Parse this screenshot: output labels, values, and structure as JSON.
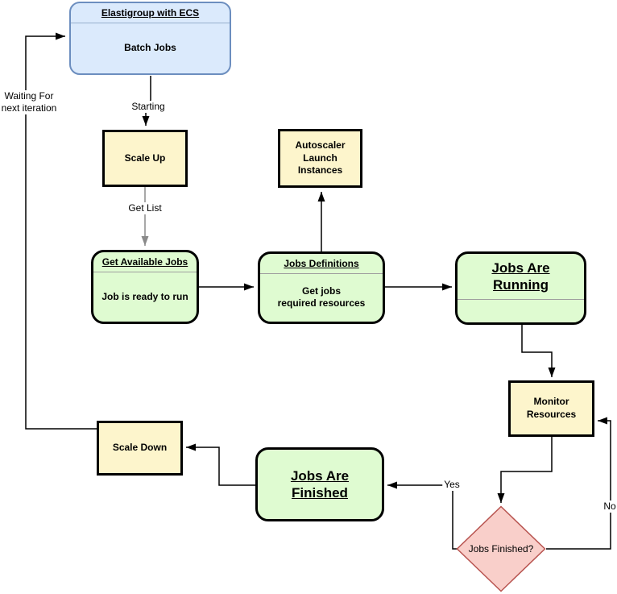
{
  "nodes": {
    "elastigroup": {
      "title": "Elastigroup with ECS",
      "body": "Batch Jobs"
    },
    "scale_up": {
      "label": "Scale Up"
    },
    "autoscaler": {
      "label": "Autoscaler\nLaunch\nInstances"
    },
    "get_available_jobs": {
      "title": "Get Available Jobs",
      "body": "Job is ready to run"
    },
    "jobs_definitions": {
      "title": "Jobs Definitions",
      "body": "Get jobs\nrequired resources"
    },
    "jobs_are_running": {
      "label": "Jobs Are\nRunning"
    },
    "monitor_resources": {
      "label": "Monitor\nResources"
    },
    "jobs_finished_decision": {
      "label": "Jobs Finished?"
    },
    "jobs_are_finished": {
      "label": "Jobs Are\nFinished"
    },
    "scale_down": {
      "label": "Scale Down"
    }
  },
  "edge_labels": {
    "starting": "Starting",
    "get_list": "Get List",
    "yes": "Yes",
    "no": "No",
    "waiting_for_next_iteration": "Waiting For\nnext iteration"
  },
  "colors": {
    "blue_fill": "#dbeafc",
    "blue_border": "#6c8ebf",
    "yellow_fill": "#fdf5cc",
    "green_fill": "#dffbd1",
    "pink_fill": "#f9cfca",
    "pink_border": "#b85450",
    "node_border": "#000000",
    "arrow": "#000000",
    "gray_arrow": "#8a8a8a",
    "divider": "#9e9e9e"
  }
}
